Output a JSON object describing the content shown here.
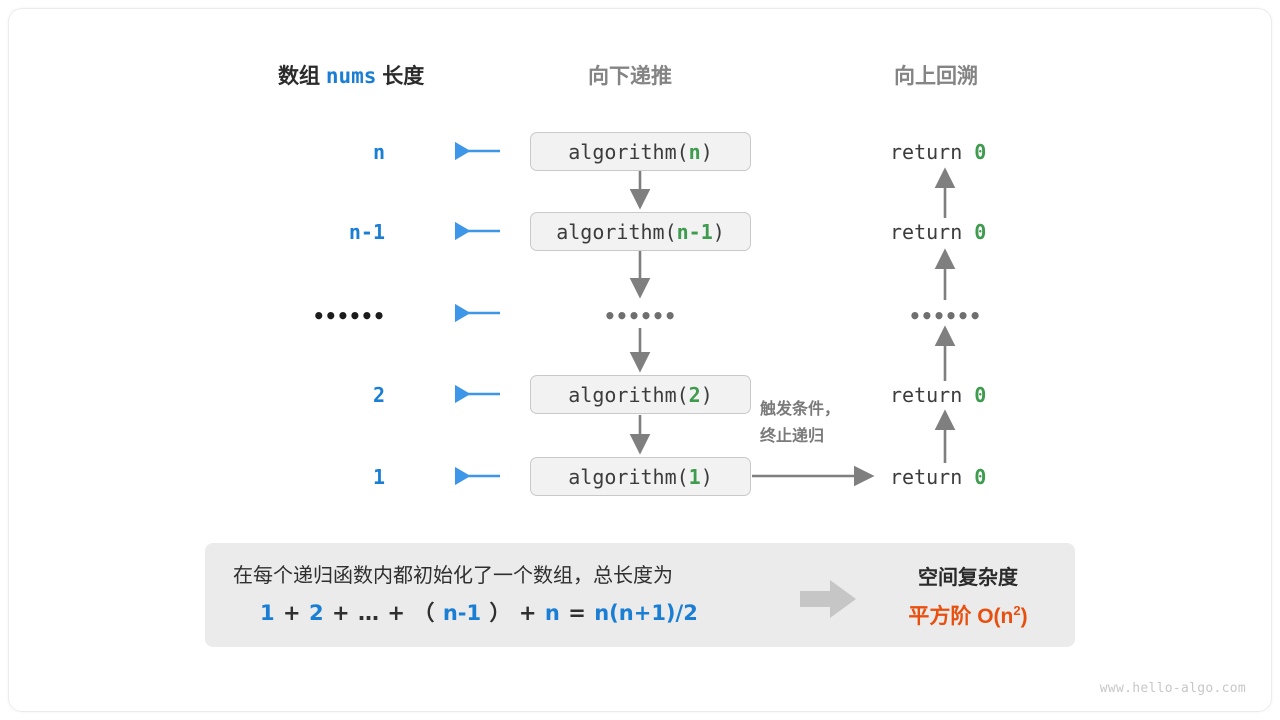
{
  "headers": {
    "left_prefix": "数组",
    "left_code": "nums",
    "left_suffix": "长度",
    "middle": "向下递推",
    "right": "向上回溯"
  },
  "rows": [
    {
      "length": "n",
      "call_name": "algorithm",
      "call_arg": "n",
      "return_text": "return",
      "return_value": "0"
    },
    {
      "length": "n-1",
      "call_name": "algorithm",
      "call_arg": "n-1",
      "return_text": "return",
      "return_value": "0"
    },
    {
      "length": "••••••",
      "call_name": "••••••",
      "call_arg": "",
      "return_text": "••••••",
      "return_value": ""
    },
    {
      "length": "2",
      "call_name": "algorithm",
      "call_arg": "2",
      "return_text": "return",
      "return_value": "0"
    },
    {
      "length": "1",
      "call_name": "algorithm",
      "call_arg": "1",
      "return_text": "return",
      "return_value": "0"
    }
  ],
  "note": {
    "line1": "触发条件，",
    "line2": "终止递归"
  },
  "summary": {
    "description": "在每个递归函数内都初始化了一个数组，总长度为",
    "formula_parts": [
      {
        "t": "1",
        "blue": true
      },
      {
        "t": "+",
        "blue": false
      },
      {
        "t": "2",
        "blue": true
      },
      {
        "t": "+",
        "blue": false
      },
      {
        "t": "…",
        "blue": false
      },
      {
        "t": "+",
        "blue": false
      },
      {
        "t": "（",
        "blue": false
      },
      {
        "t": "n-1",
        "blue": true
      },
      {
        "t": "）",
        "blue": false
      },
      {
        "t": "+",
        "blue": false
      },
      {
        "t": "n",
        "blue": true
      },
      {
        "t": "=",
        "blue": false
      },
      {
        "t": "n(n+1)/2",
        "blue": true
      }
    ],
    "result_title": "空间复杂度",
    "result_value_prefix": "平方阶",
    "result_value_big": "O(n",
    "result_value_sup": "2",
    "result_value_close": ")"
  },
  "watermark": "www.hello-algo.com",
  "colors": {
    "blue": "#1a7fd4",
    "green": "#3f9b4e",
    "orange": "#e8500f",
    "gray_arrow": "#7f7f7f",
    "box_fill": "#f2f2f2",
    "panel_fill": "#ebebeb"
  },
  "icons": {
    "left_arrow": "arrow-left-icon",
    "down_arrow": "arrow-down-icon",
    "up_arrow": "arrow-up-icon",
    "block_arrow": "block-arrow-right-icon"
  }
}
